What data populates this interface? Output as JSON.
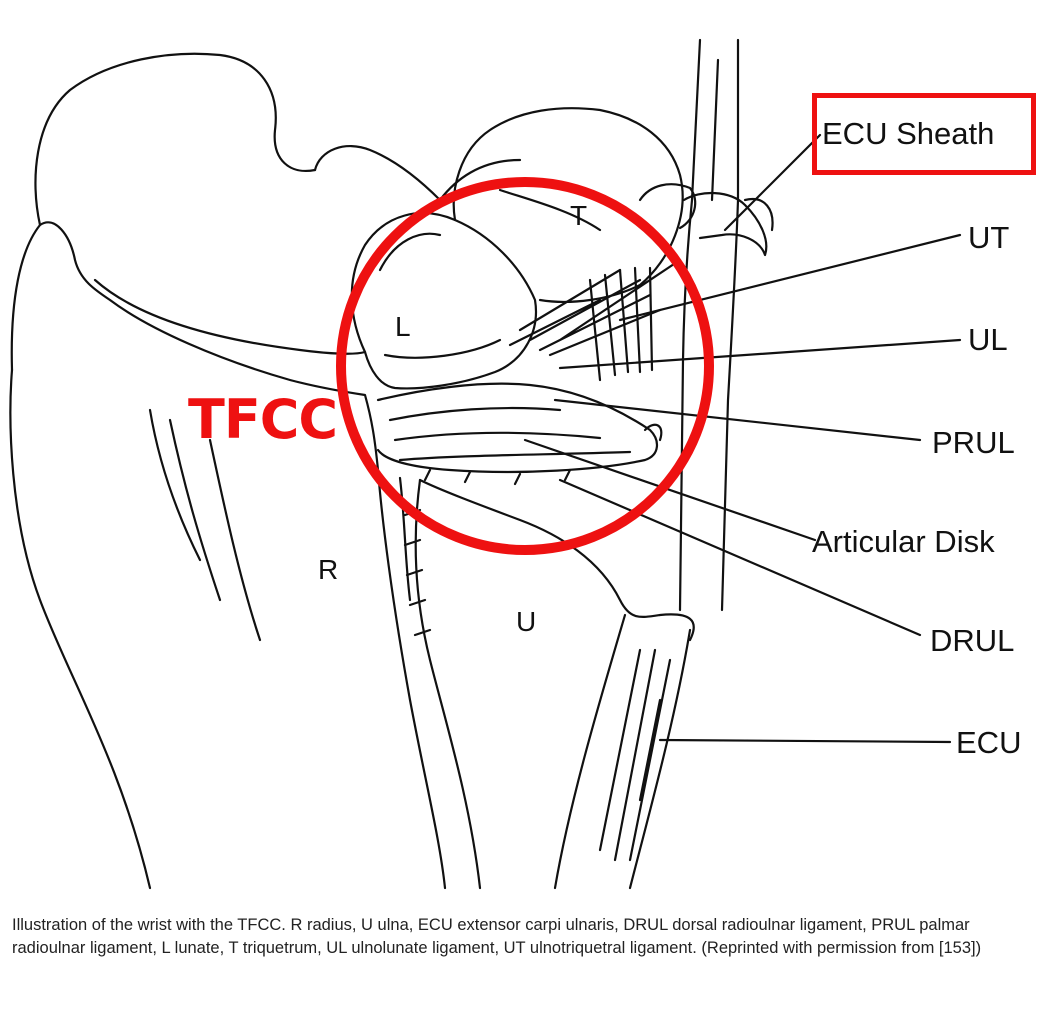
{
  "labels": {
    "ecu_sheath": "ECU Sheath",
    "ut": "UT",
    "ul": "UL",
    "prul": "PRUL",
    "articular_disk": "Articular Disk",
    "drul": "DRUL",
    "ecu": "ECU",
    "lunate": "L",
    "triquetrum": "T",
    "radius": "R",
    "ulna": "U"
  },
  "annotation": {
    "tfcc": "TFCC",
    "highlight_color": "#ee1111"
  },
  "caption": "Illustration of the wrist with the TFCC. R radius, U ulna, ECU extensor carpi ulnaris, DRUL dorsal radioulnar ligament, PRUL palmar radioulnar ligament, L lunate, T triquetrum, UL ulnolunate ligament, UT ulnotriquetral ligament. (Reprinted with permission from [153])"
}
